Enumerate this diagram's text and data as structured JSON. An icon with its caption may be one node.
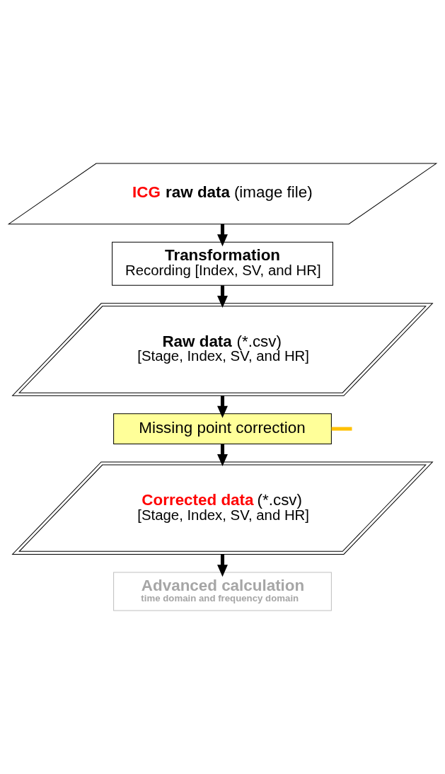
{
  "diagram": {
    "nodes": [
      {
        "text": [
          "**ICG raw data** (image file)"
        ]
      },
      {
        "text": [
          "Transformation",
          "Recording [Index, SV, and HR]"
        ]
      },
      {
        "text": [
          "**Raw data** (*.csv)",
          "[Stage, Index, SV, and HR]"
        ]
      },
      {
        "text": [
          "Missing point correction"
        ]
      },
      {
        "text": [
          "**Corrected data** (*.csv)",
          "[Stage, Index, SV, and HR]"
        ]
      },
      {
        "text": [
          "Advanced calculation",
          "time domain and frequency domain"
        ]
      }
    ],
    "edges": [
      {
        "from": 0,
        "to": 1,
        "arrow": "to"
      },
      {
        "from": 1,
        "to": 2,
        "arrow": "to"
      },
      {
        "from": 2,
        "to": 3,
        "arrow": "to"
      },
      {
        "from": 3,
        "to": 4,
        "arrow": "to"
      },
      {
        "from": 4,
        "to": 5,
        "arrow": "to"
      },
      {
        "from": 3,
        "to": null,
        "arrow": "none",
        "color": "#ffc000"
      }
    ]
  }
}
